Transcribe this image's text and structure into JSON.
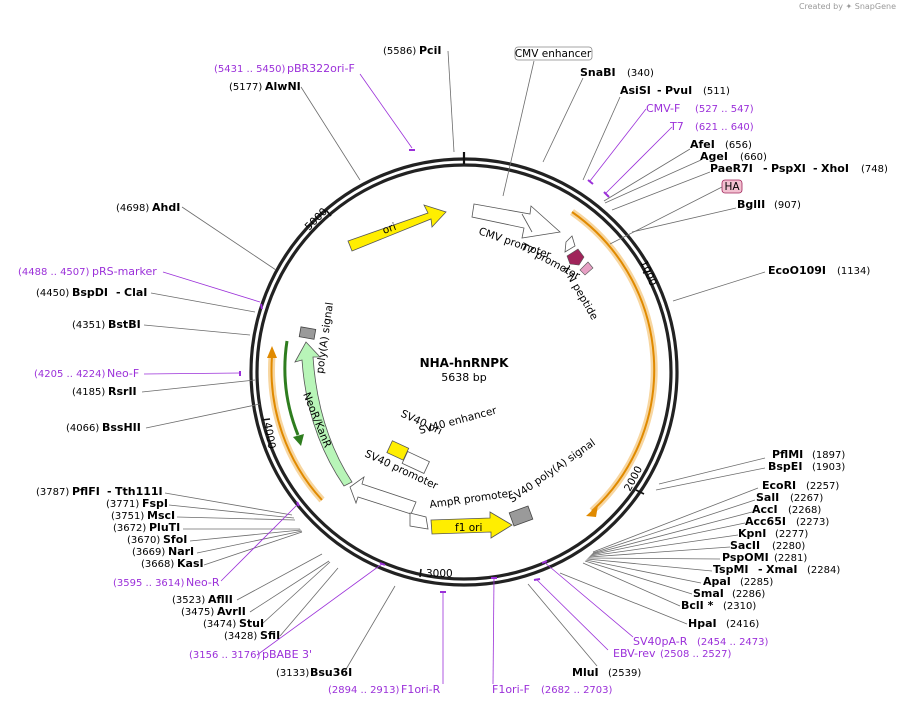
{
  "header": {
    "created_by": "Created by",
    "app": "SnapGene"
  },
  "plasmid": {
    "name": "NHA-hnRNPK",
    "length_label": "5638 bp",
    "length": 5638,
    "ticks": [
      {
        "label": "1000",
        "pos": 1000
      },
      {
        "label": "2000",
        "pos": 2000
      },
      {
        "label": "3000",
        "pos": 3000
      },
      {
        "label": "4000",
        "pos": 4000
      },
      {
        "label": "5000",
        "pos": 5000
      }
    ]
  },
  "colors": {
    "backbone": "#222222",
    "primer": "#9b30d9",
    "ori": "#ffee00",
    "neor": "#b8f5b8",
    "promoter": "#ffffff",
    "orange": "#e08a00",
    "orange_glow": "#f7d6a0",
    "terminator": "#9a9a9a",
    "ha_tag": "#f2c0d0",
    "n_peptide": "#a0245a"
  },
  "enzymes": [
    {
      "name": "PciI",
      "pos": "(5586)"
    },
    {
      "name": "SnaBI",
      "pos": "(340)"
    },
    {
      "name": "AsiSI",
      "pos": "(511)",
      "extra": "PvuI"
    },
    {
      "name": "AfeI",
      "pos": "(656)"
    },
    {
      "name": "AgeI",
      "pos": "(660)"
    },
    {
      "name": "PaeR7I",
      "pos": "(748)",
      "extra": "PspXI",
      "extra2": "XhoI"
    },
    {
      "name": "BglII",
      "pos": "(907)"
    },
    {
      "name": "EcoO109I",
      "pos": "(1134)"
    },
    {
      "name": "PflMI",
      "pos": "(1897)"
    },
    {
      "name": "BspEI",
      "pos": "(1903)"
    },
    {
      "name": "EcoRI",
      "pos": "(2257)"
    },
    {
      "name": "SalI",
      "pos": "(2267)"
    },
    {
      "name": "AccI",
      "pos": "(2268)"
    },
    {
      "name": "Acc65I",
      "pos": "(2273)"
    },
    {
      "name": "KpnI",
      "pos": "(2277)"
    },
    {
      "name": "SacII",
      "pos": "(2280)"
    },
    {
      "name": "PspOMI",
      "pos": "(2281)"
    },
    {
      "name": "TspMI",
      "pos": "(2284)",
      "extra": "XmaI"
    },
    {
      "name": "ApaI",
      "pos": "(2285)"
    },
    {
      "name": "SmaI",
      "pos": "(2286)"
    },
    {
      "name": "BclI *",
      "pos": "(2310)"
    },
    {
      "name": "HpaI",
      "pos": "(2416)"
    },
    {
      "name": "MluI",
      "pos": "(2539)"
    },
    {
      "name": "Bsu36I",
      "pos": "(3133)"
    },
    {
      "name": "SfiI",
      "pos": "(3428)"
    },
    {
      "name": "StuI",
      "pos": "(3474)"
    },
    {
      "name": "AvrII",
      "pos": "(3475)"
    },
    {
      "name": "AflII",
      "pos": "(3523)"
    },
    {
      "name": "KasI",
      "pos": "(3668)"
    },
    {
      "name": "NarI",
      "pos": "(3669)"
    },
    {
      "name": "SfoI",
      "pos": "(3670)"
    },
    {
      "name": "PluTI",
      "pos": "(3672)"
    },
    {
      "name": "MscI",
      "pos": "(3751)"
    },
    {
      "name": "FspI",
      "pos": "(3771)"
    },
    {
      "name": "PflFI",
      "pos": "(3787)",
      "extra": "Tth111I"
    },
    {
      "name": "BssHII",
      "pos": "(4066)"
    },
    {
      "name": "RsrII",
      "pos": "(4185)"
    },
    {
      "name": "BstBI",
      "pos": "(4351)"
    },
    {
      "name": "BspDI",
      "pos": "(4450)",
      "extra": "ClaI"
    },
    {
      "name": "AhdI",
      "pos": "(4698)"
    },
    {
      "name": "AlwNI",
      "pos": "(5177)"
    }
  ],
  "primers": [
    {
      "name": "pBR322ori-F",
      "pos": "(5431 .. 5450)"
    },
    {
      "name": "CMV-F",
      "pos": "(527 .. 547)"
    },
    {
      "name": "T7",
      "pos": "(621 .. 640)"
    },
    {
      "name": "pRS-marker",
      "pos": "(4488 .. 4507)"
    },
    {
      "name": "Neo-F",
      "pos": "(4205 .. 4224)"
    },
    {
      "name": "Neo-R",
      "pos": "(3595 .. 3614)"
    },
    {
      "name": "pBABE 3'",
      "pos": "(3156 .. 3176)"
    },
    {
      "name": "F1ori-R",
      "pos": "(2894 .. 2913)"
    },
    {
      "name": "F1ori-F",
      "pos": "(2682 .. 2703)"
    },
    {
      "name": "EBV-rev",
      "pos": "(2508 .. 2527)"
    },
    {
      "name": "SV40pA-R",
      "pos": "(2454 .. 2473)"
    }
  ],
  "features": {
    "cmv_enhancer": "CMV enhancer",
    "cmv_promoter": "CMV promoter",
    "t7_promoter": "T7 promoter",
    "n_peptide": "λ N peptide",
    "ha": "HA",
    "ori": "ori",
    "polya_signal": "poly(A) signal",
    "neor": "NeoR/KanR",
    "sv40_ori": "SV40 ori",
    "sv40_enhancer": "SV40 enhancer",
    "sv40_promoter": "SV40 promoter",
    "ampr_promoter": "AmpR promoter",
    "f1_ori": "f1 ori",
    "sv40_polya": "SV40 poly(A) signal"
  }
}
